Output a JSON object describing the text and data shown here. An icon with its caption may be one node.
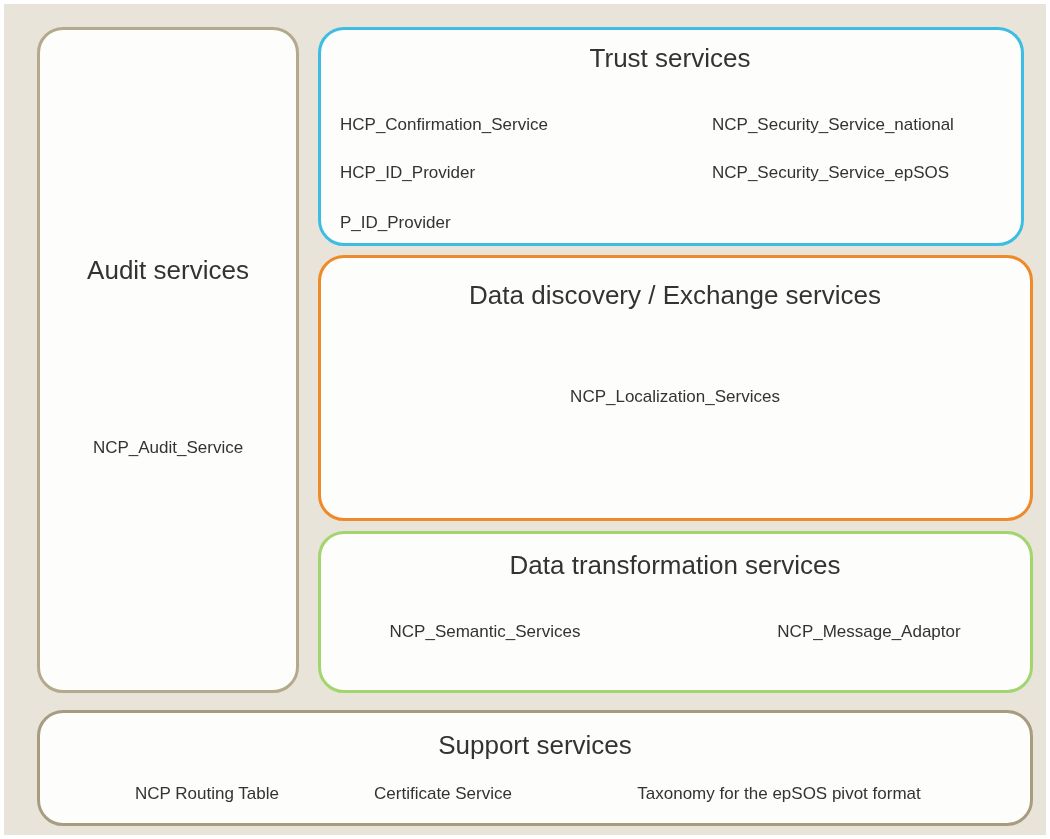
{
  "diagram": {
    "nodes": [
      {
        "text": [
          "Audit services",
          "NCP_Audit_Service"
        ]
      },
      {
        "text": [
          "Trust services",
          "HCP_Confirmation_Service",
          "NCP_Security_Service_national",
          "HCP_ID_Provider",
          "NCP_Security_Service_epSOS",
          "P_ID_Provider"
        ]
      },
      {
        "text": [
          "Data discovery / Exchange services",
          "NCP_Localization_Services"
        ]
      },
      {
        "text": [
          "Data transformation services",
          "NCP_Semantic_Services",
          "NCP_Message_Adaptor"
        ]
      },
      {
        "text": [
          "Support services",
          "NCP Routing Table",
          "Certificate Service",
          "Taxonomy for the epSOS pivot format"
        ]
      }
    ]
  }
}
